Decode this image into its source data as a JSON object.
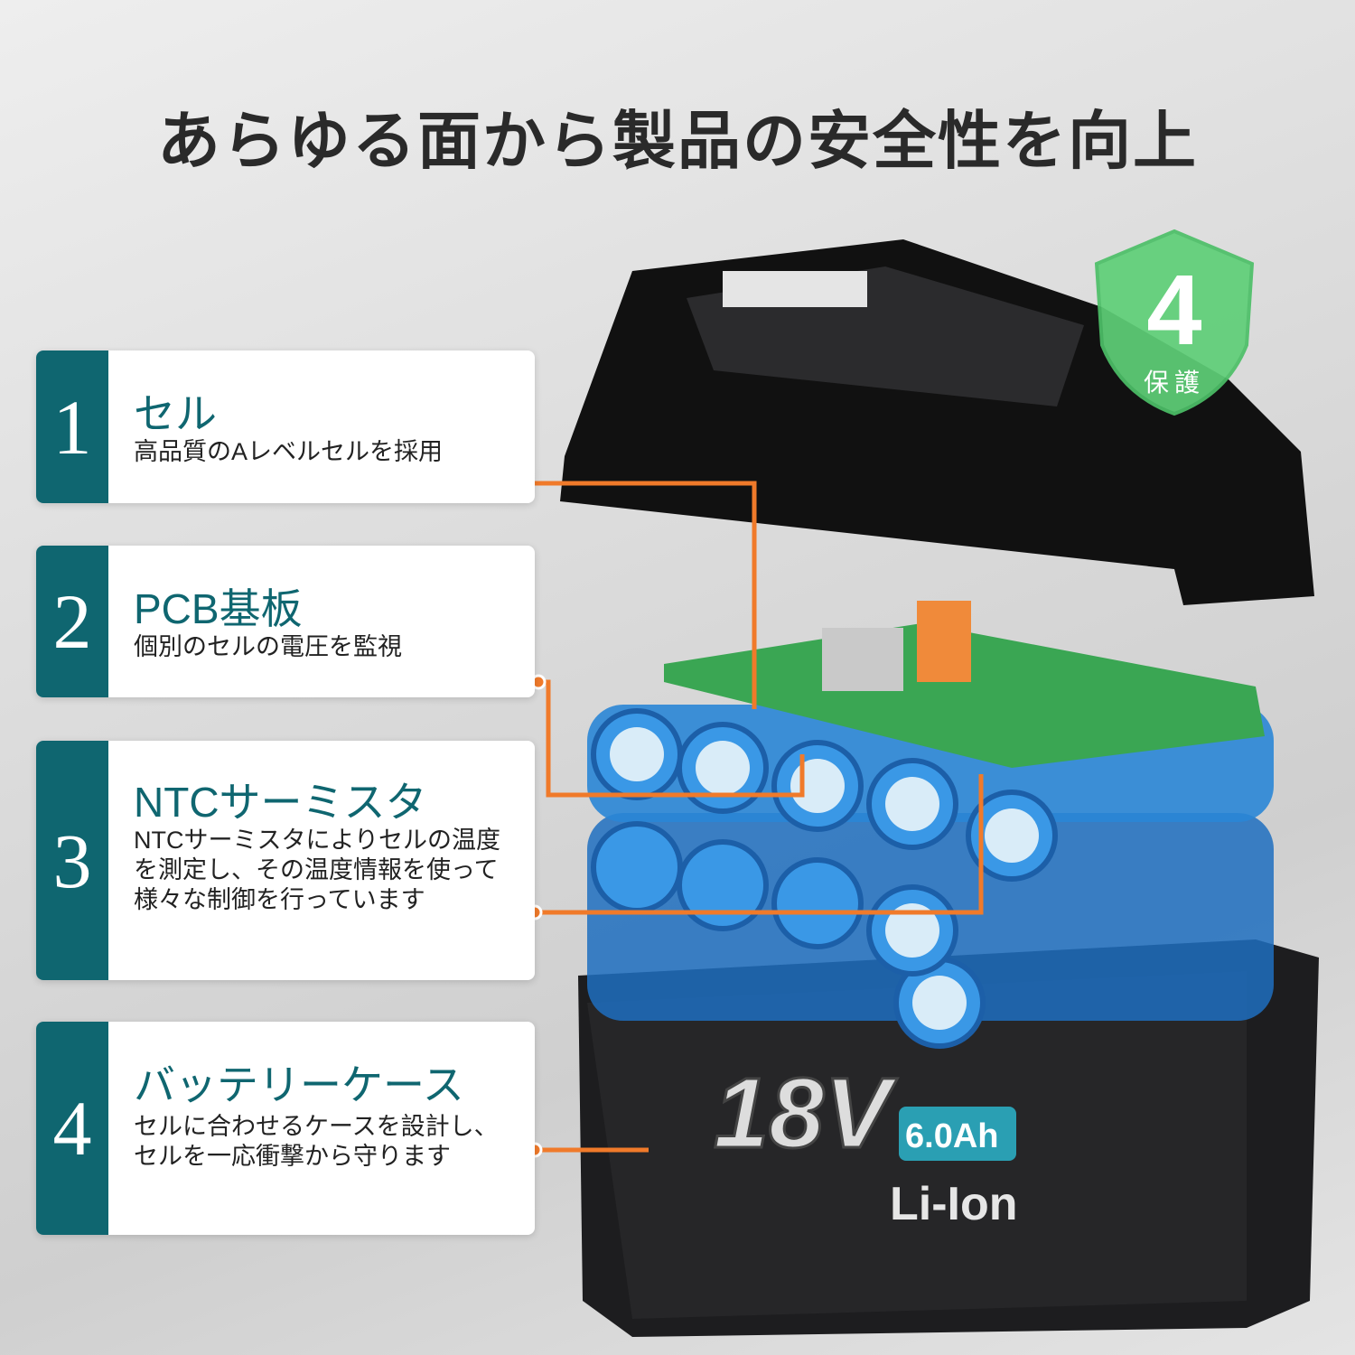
{
  "title": "あらゆる面から製品の安全性を向上",
  "badge": {
    "number": "4",
    "label": "保護",
    "color": "#5fcf78"
  },
  "features": [
    {
      "number": "1",
      "heading": "セル",
      "description": "高品質のAレベルセルを採用"
    },
    {
      "number": "2",
      "heading": "PCB基板",
      "description": "個別のセルの電圧を監視"
    },
    {
      "number": "3",
      "heading": "NTCサーミスタ",
      "description": "NTCサーミスタによりセルの温度を測定し、その温度情報を使って様々な制御を行っています"
    },
    {
      "number": "4",
      "heading": "バッテリーケース",
      "description": "セルに合わせるケースを設計し、セルを一応衝撃から守ります"
    }
  ],
  "battery": {
    "voltage": "18V",
    "capacity": "6.0Ah",
    "chemistry": "Li-Ion"
  },
  "colors": {
    "accent": "#0f6670",
    "callout": "#f07a2a",
    "cell": "#2a86d6"
  }
}
